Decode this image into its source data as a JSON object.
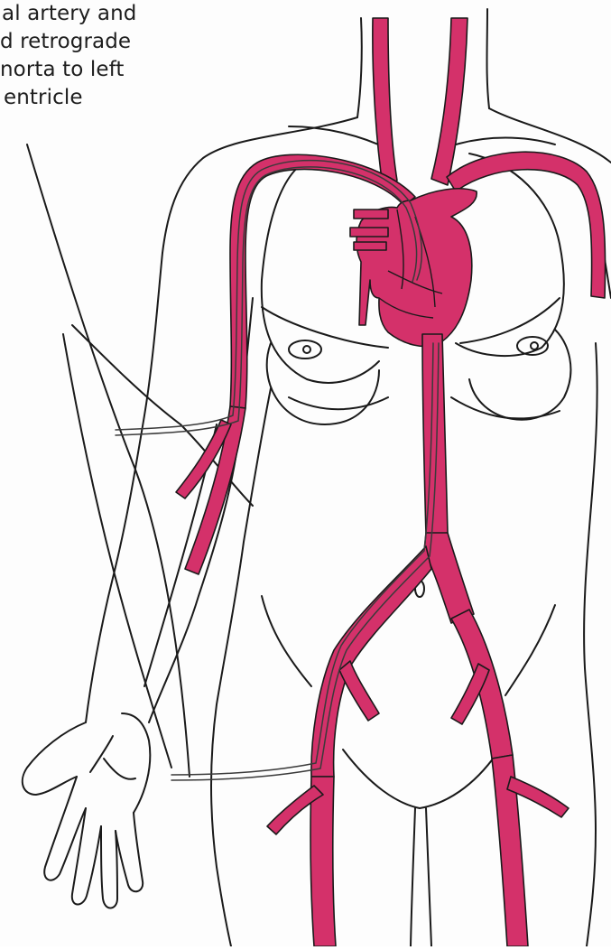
{
  "caption": {
    "lines": [
      "al artery and",
      "d retrograde",
      "norta to left",
      "entricle"
    ]
  },
  "colors": {
    "artery": "#d4316a",
    "artery_highlight": "#e87aa0",
    "outline": "#1a1a1a",
    "catheter": "#3a3a3a",
    "background": "#fdfdfd"
  },
  "icons": {
    "heart": "heart-icon",
    "hand": "hand-icon"
  }
}
